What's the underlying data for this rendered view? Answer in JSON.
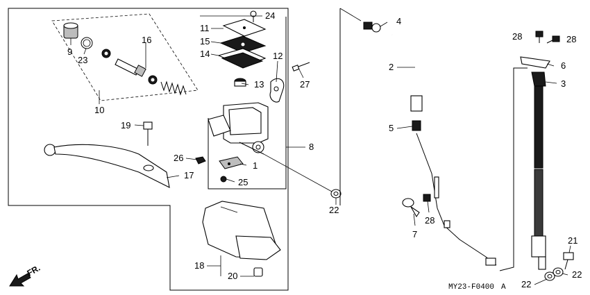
{
  "callouts": {
    "c1": "1",
    "c2": "2",
    "c3": "3",
    "c4": "4",
    "c5": "5",
    "c6": "6",
    "c7": "7",
    "c8": "8",
    "c9": "9",
    "c10": "10",
    "c11": "11",
    "c12": "12",
    "c13": "13",
    "c14": "14",
    "c15": "15",
    "c16": "16",
    "c17": "17",
    "c18": "18",
    "c19": "19",
    "c20": "20",
    "c21": "21",
    "c22a": "22",
    "c22b": "22",
    "c22c": "22",
    "c23": "23",
    "c24": "24",
    "c25": "25",
    "c26": "26",
    "c27": "27",
    "c28a": "28",
    "c28b": "28",
    "c28c": "28"
  },
  "figure_code": "MY23-F0400",
  "figure_suffix": "A",
  "direction_label": "FR."
}
